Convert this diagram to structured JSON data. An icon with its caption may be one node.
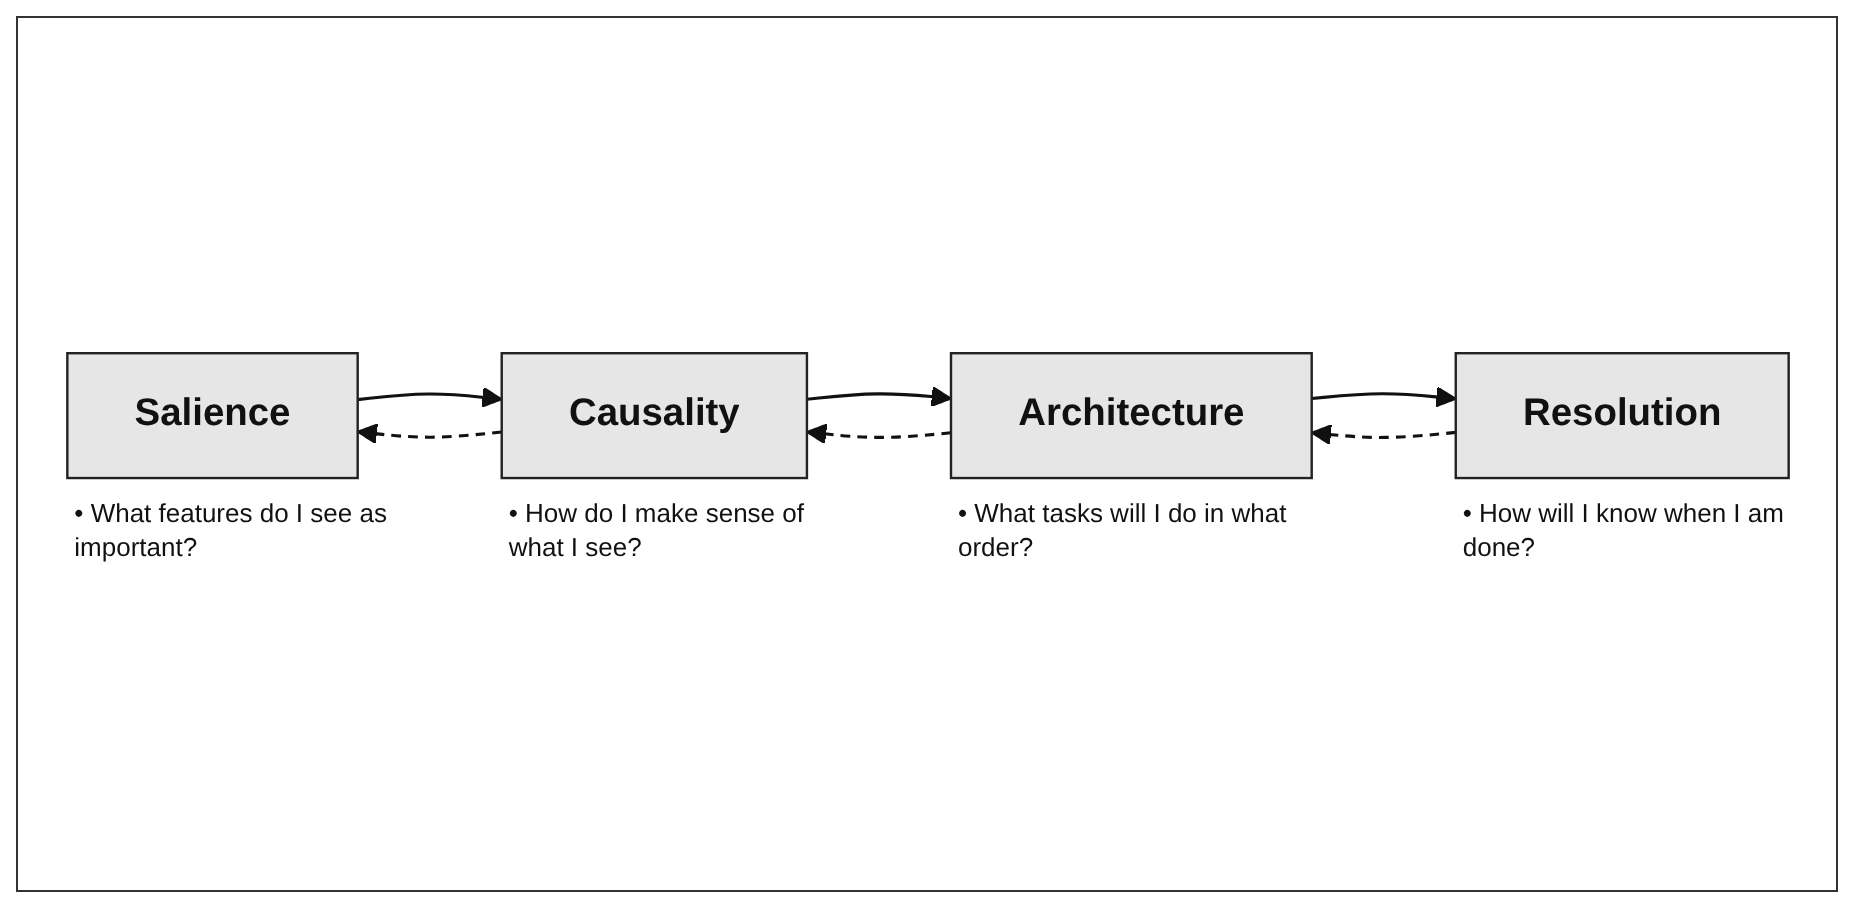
{
  "diagram": {
    "nodes": [
      {
        "text": [
          "Salience"
        ],
        "beside": [
          "• What features do I see as important?"
        ]
      },
      {
        "text": [
          "Causality"
        ],
        "beside": [
          "• How do I make sense of what I see?"
        ]
      },
      {
        "text": [
          "Architecture"
        ],
        "beside": [
          "• What tasks will I do in what order?"
        ]
      },
      {
        "text": [
          "Resolution"
        ],
        "beside": [
          "• How will I know when I am done?"
        ]
      }
    ],
    "edges": [
      {
        "from": 0,
        "to": 1,
        "arrow": "to"
      },
      {
        "from": 1,
        "to": 2,
        "arrow": "to"
      },
      {
        "from": 2,
        "to": 3,
        "arrow": "to"
      },
      {
        "from": 3,
        "to": 2,
        "arrow": "to",
        "style": "dashed"
      },
      {
        "from": 2,
        "to": 1,
        "arrow": "to",
        "style": "dashed"
      },
      {
        "from": 1,
        "to": 0,
        "arrow": "to",
        "style": "dashed"
      }
    ]
  }
}
